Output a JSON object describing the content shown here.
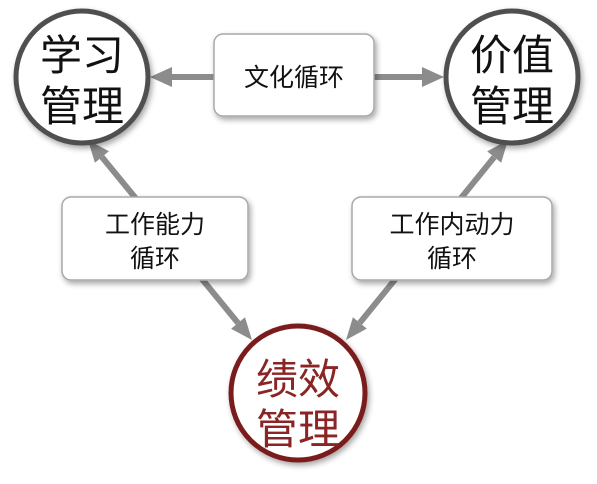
{
  "nodes": {
    "learning": {
      "line1": "学习",
      "line2": "管理"
    },
    "value": {
      "line1": "价值",
      "line2": "管理"
    },
    "performance": {
      "line1": "绩效",
      "line2": "管理"
    }
  },
  "cycles": {
    "culture": {
      "line1": "文化循环"
    },
    "ability": {
      "line1": "工作能力",
      "line2": "循环"
    },
    "motivation": {
      "line1": "工作内动力",
      "line2": "循环"
    }
  },
  "colors": {
    "arrow": "#8c8c8c",
    "node_border": "#4f4f4f",
    "node_text": "#111111",
    "performance_border": "#7a1d1d",
    "performance_text": "#8b2424",
    "box_border": "#a8a8a8",
    "box_fill": "#ffffff"
  }
}
